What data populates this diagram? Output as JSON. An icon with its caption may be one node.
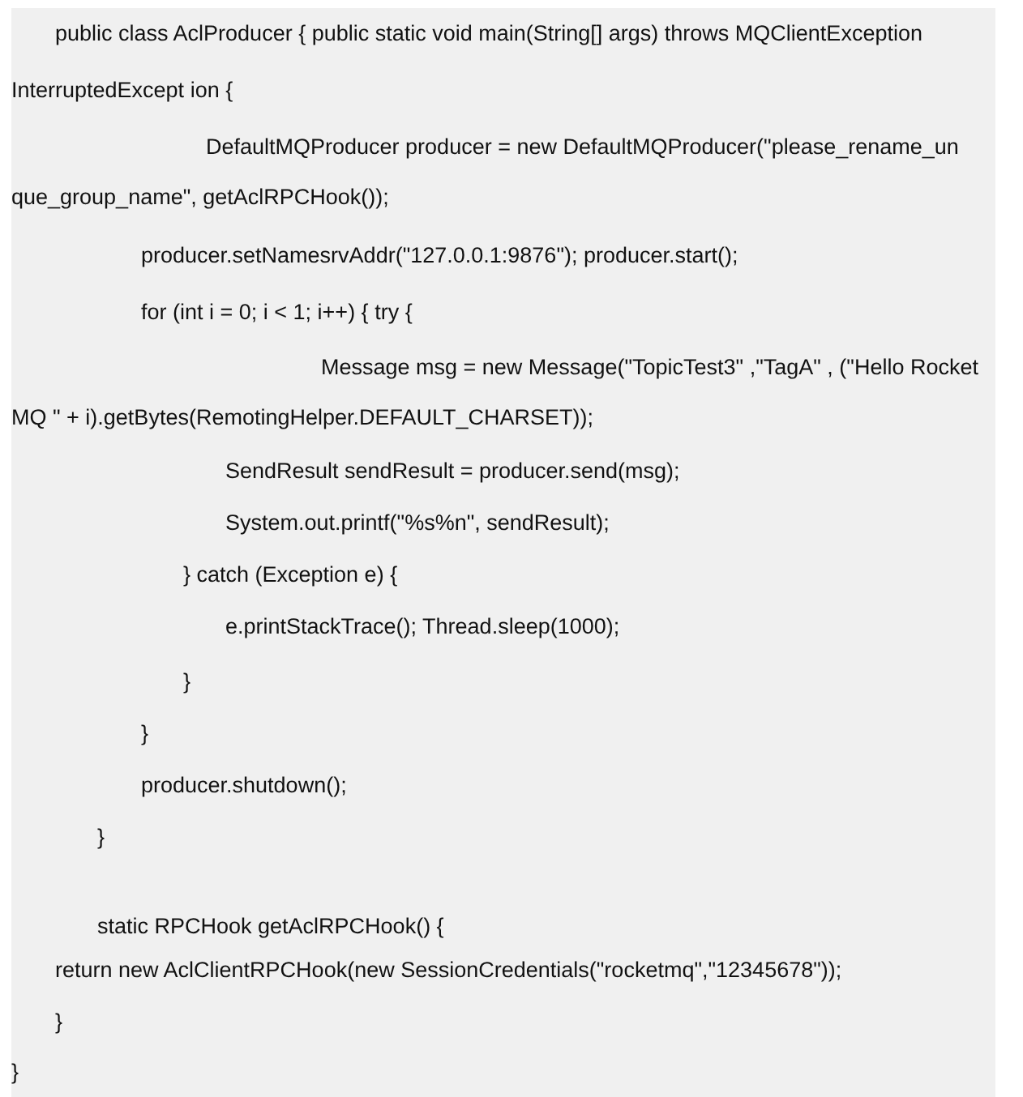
{
  "diagram": {
    "labels": [
      "public class AclProducer { public static void main(String[] args) throws MQClientException",
      "InterruptedExcept ion {",
      "DefaultMQProducer producer = new DefaultMQProducer(\"please_rename_un",
      "que_group_name\", getAclRPCHook());",
      "producer.setNamesrvAddr(\"127.0.0.1:9876\"); producer.start();",
      "for (int i = 0; i < 1; i++) { try {",
      "Message msg = new Message(\"TopicTest3\" ,\"TagA\" , (\"Hello Rocket",
      "MQ \" + i).getBytes(RemotingHelper.DEFAULT_CHARSET));",
      "SendResult sendResult = producer.send(msg);",
      "System.out.printf(\"%s%n\", sendResult);",
      "} catch (Exception e) {",
      "e.printStackTrace(); Thread.sleep(1000);",
      "}",
      "}",
      "producer.shutdown();",
      "}",
      "static RPCHook getAclRPCHook() {",
      "return new AclClientRPCHook(new SessionCredentials(\"rocketmq\",\"12345678\"));",
      "}",
      "}"
    ]
  }
}
